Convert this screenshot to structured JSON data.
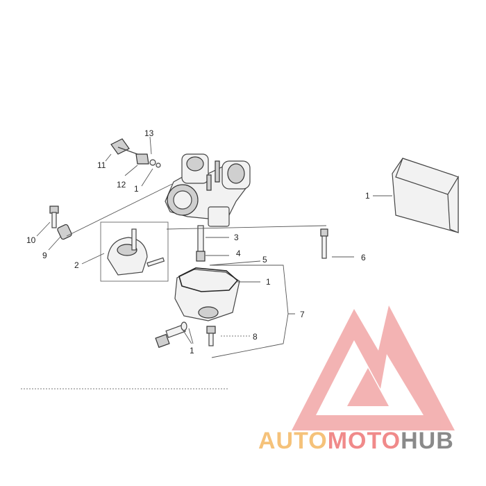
{
  "callouts": {
    "c1_bag": "1",
    "c1_jet": "1",
    "c1_bowl": "1",
    "c1_drain": "1",
    "c2": "2",
    "c3": "3",
    "c4": "4",
    "c5": "5",
    "c6": "6",
    "c7": "7",
    "c8": "8",
    "c9": "9",
    "c10": "10",
    "c11": "11",
    "c12": "12",
    "c13": "13"
  },
  "watermark": {
    "part1": "AUTO",
    "part2": "MOTO",
    "part3": "HUB",
    "color_auto": "#f5c27a",
    "color_moto": "#f08a8a",
    "color_hub": "#8a8a8a"
  }
}
